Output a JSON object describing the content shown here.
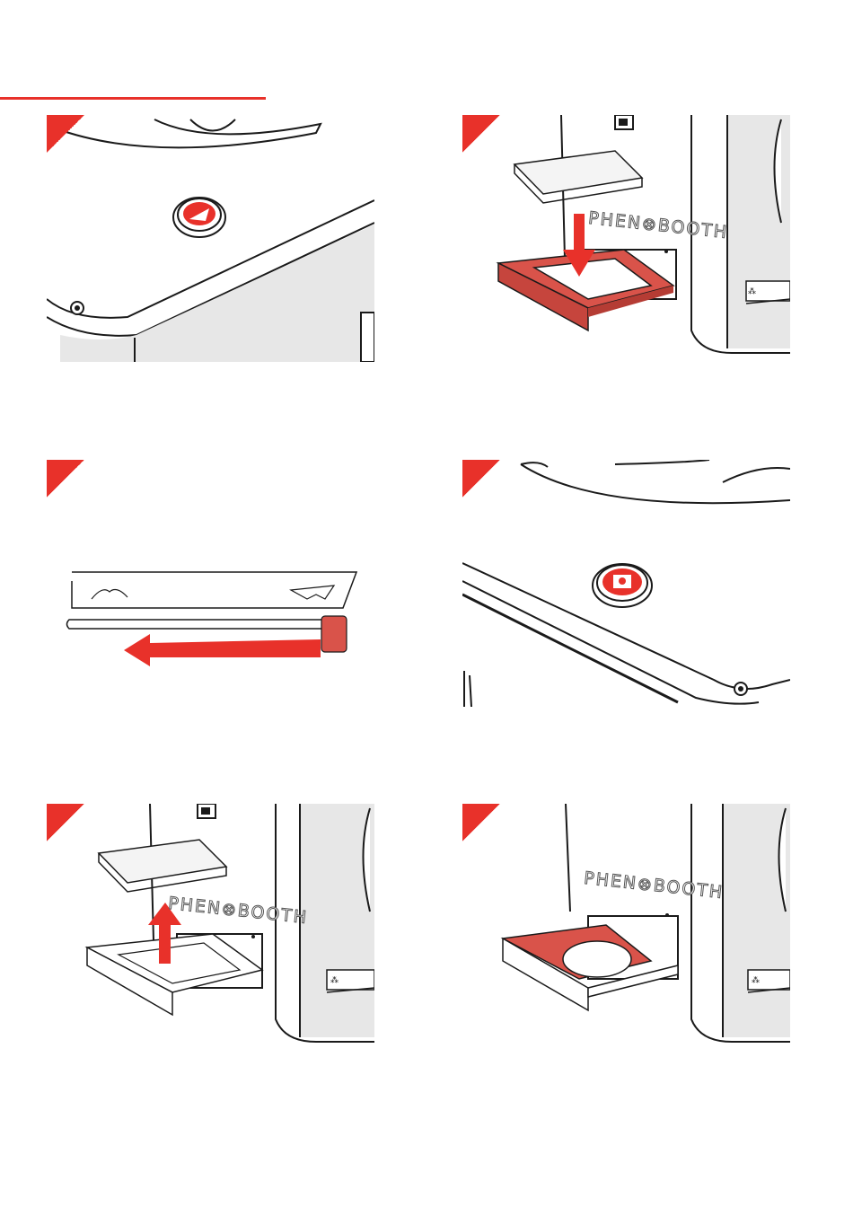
{
  "colors": {
    "accent": "#e8312a",
    "accent_fill": "#d9534a",
    "outline": "#1a1a1a",
    "shade": "#e7e7e7"
  },
  "device": {
    "brand_text": "PHEN⊗BOOTH"
  },
  "steps": [
    {
      "id": 1,
      "illustration": "power-button"
    },
    {
      "id": 2,
      "illustration": "insert-sample-into-tray"
    },
    {
      "id": 3,
      "illustration": "slide-lid-left"
    },
    {
      "id": 4,
      "illustration": "capture-button"
    },
    {
      "id": 5,
      "illustration": "remove-sample-from-tray"
    },
    {
      "id": 6,
      "illustration": "tray-with-adapter"
    }
  ]
}
